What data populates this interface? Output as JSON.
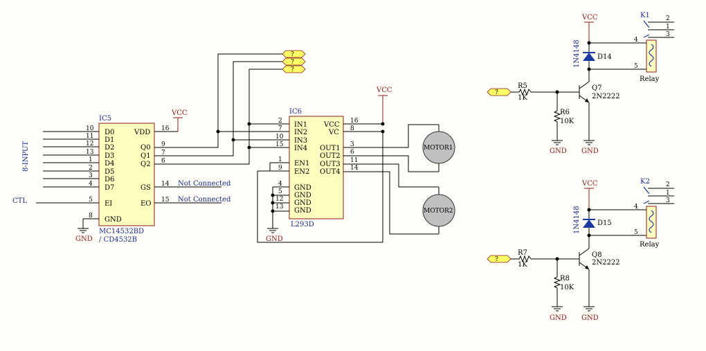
{
  "colors": {
    "chip_fill": "#ffffc0",
    "chip_stroke": "#8b1a1a",
    "net_blue": "#1a2a8a",
    "power_red": "#8b1a1a",
    "motor_fill": "#c0c0c0",
    "diode_blue": "#1a3aa0",
    "port_fill": "#ffff66"
  },
  "ic5": {
    "ref": "IC5",
    "name1": "MC14532BD",
    "name2": "/ CD4532B",
    "left_pins": [
      {
        "num": "10",
        "name": "D0"
      },
      {
        "num": "11",
        "name": "D1"
      },
      {
        "num": "12",
        "name": "D2"
      },
      {
        "num": "13",
        "name": "D3"
      },
      {
        "num": "1",
        "name": "D4"
      },
      {
        "num": "2",
        "name": "D5"
      },
      {
        "num": "3",
        "name": "D6"
      },
      {
        "num": "4",
        "name": "D7"
      },
      {
        "num": "5",
        "name": "EI"
      },
      {
        "num": "8",
        "name": "GND"
      }
    ],
    "right_pins": [
      {
        "num": "16",
        "name": "VDD"
      },
      {
        "num": "9",
        "name": "Q0"
      },
      {
        "num": "7",
        "name": "Q1"
      },
      {
        "num": "6",
        "name": "Q2"
      },
      {
        "num": "14",
        "name": "GS"
      },
      {
        "num": "15",
        "name": "EO"
      }
    ],
    "gs_nc": "Not Connected",
    "eo_nc": "Not Connected",
    "input_label": "8-INPUT",
    "ctl_label": "CTL",
    "vcc": "VCC",
    "gnd": "GND"
  },
  "ic6": {
    "ref": "IC6",
    "name": "L293D",
    "left_pins": [
      {
        "num": "2",
        "name": "IN1"
      },
      {
        "num": "7",
        "name": "IN2"
      },
      {
        "num": "10",
        "name": "IN3"
      },
      {
        "num": "15",
        "name": "IN4"
      },
      {
        "num": "1",
        "name": "EN1"
      },
      {
        "num": "9",
        "name": "EN2"
      },
      {
        "num": "4",
        "name": "GND"
      },
      {
        "num": "5",
        "name": "GND"
      },
      {
        "num": "12",
        "name": "GND"
      },
      {
        "num": "13",
        "name": "GND"
      }
    ],
    "right_pins": [
      {
        "num": "16",
        "name": "VCC"
      },
      {
        "num": "8",
        "name": "VC"
      },
      {
        "num": "3",
        "name": "OUT1"
      },
      {
        "num": "6",
        "name": "OUT2"
      },
      {
        "num": "11",
        "name": "OUT3"
      },
      {
        "num": "14",
        "name": "OUT4"
      }
    ],
    "vcc": "VCC",
    "gnd": "GND"
  },
  "motors": [
    "MOTOR1",
    "MOTOR2"
  ],
  "ports": [
    "?",
    "?",
    "?",
    "?",
    "?"
  ],
  "relay1": {
    "k": "K1",
    "pins": [
      "2",
      "1",
      "3",
      "4",
      "5"
    ],
    "relay": "Relay",
    "diode": "D14",
    "diode_type": "1N4148",
    "r_base": "R5",
    "r_base_val": "1K",
    "r_pull": "R6",
    "r_pull_val": "10K",
    "q": "Q7",
    "q_type": "2N2222",
    "vcc": "VCC",
    "gnd1": "GND",
    "gnd2": "GND"
  },
  "relay2": {
    "k": "K2",
    "pins": [
      "2",
      "1",
      "3",
      "4",
      "5"
    ],
    "relay": "Relay",
    "diode": "D15",
    "diode_type": "1N4148",
    "r_base": "R7",
    "r_base_val": "1K",
    "r_pull": "R8",
    "r_pull_val": "10K",
    "q": "Q8",
    "q_type": "2N2222",
    "vcc": "VCC",
    "gnd1": "GND",
    "gnd2": "GND"
  }
}
